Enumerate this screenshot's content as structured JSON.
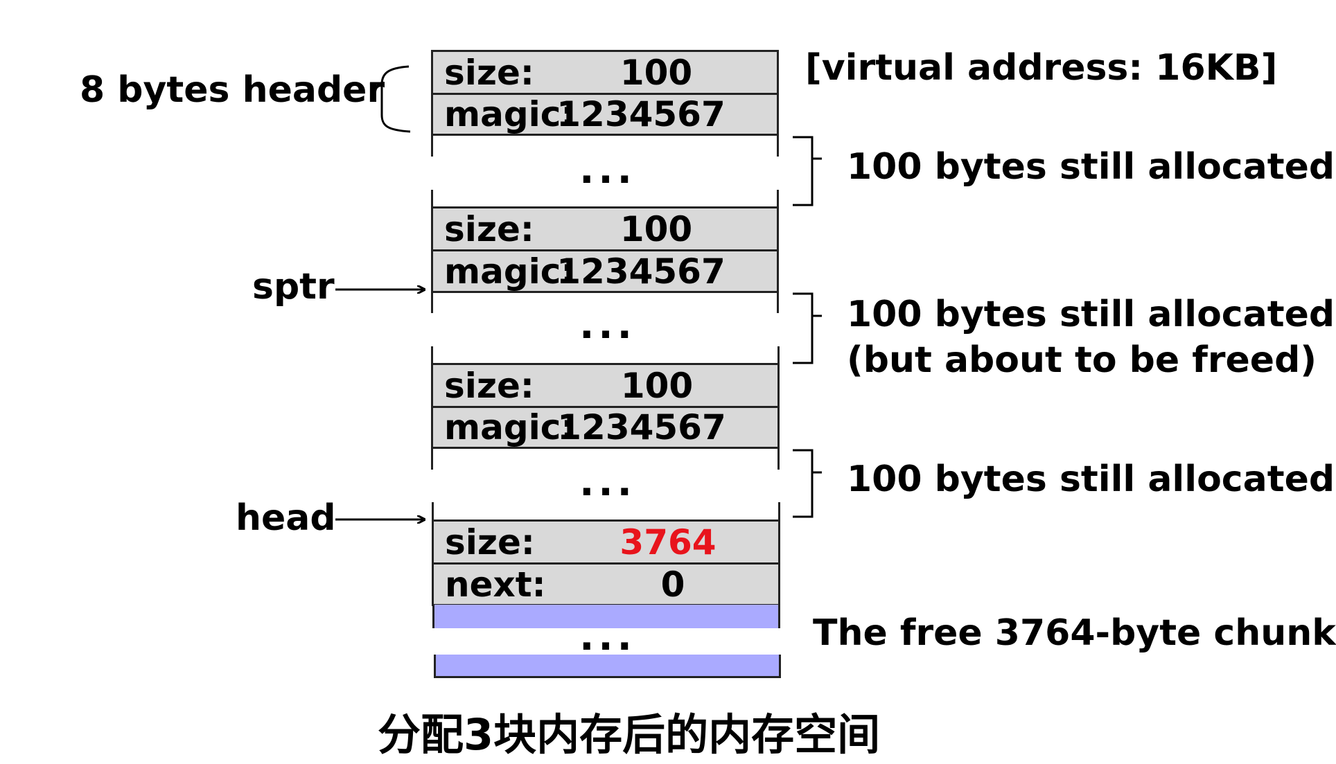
{
  "labels": {
    "header": "8 bytes header",
    "virtual_address": "[virtual address: 16KB]",
    "sptr": "sptr",
    "head": "head",
    "alloc_1": "100 bytes still allocated",
    "alloc_2_line1": "100 bytes still allocated",
    "alloc_2_line2": "(but about to be freed)",
    "alloc_3": "100 bytes still allocated",
    "free_chunk": "The free 3764-byte chunk",
    "caption": "分配3块内存后的内存空间"
  },
  "blocks": [
    {
      "size_key": "size:",
      "size_val": "100",
      "magic_key": "magic:",
      "magic_val": "1234567",
      "ellipsis": "..."
    },
    {
      "size_key": "size:",
      "size_val": "100",
      "magic_key": "magic:",
      "magic_val": "1234567",
      "ellipsis": "..."
    },
    {
      "size_key": "size:",
      "size_val": "100",
      "magic_key": "magic:",
      "magic_val": "1234567",
      "ellipsis": "..."
    }
  ],
  "free_block": {
    "size_key": "size:",
    "size_val": "3764",
    "next_key": "next:",
    "next_val": "0",
    "ellipsis": "..."
  },
  "colors": {
    "cell_fill": "#d9d9d9",
    "free_fill": "#aaaaff",
    "highlight": "#e8141c"
  }
}
